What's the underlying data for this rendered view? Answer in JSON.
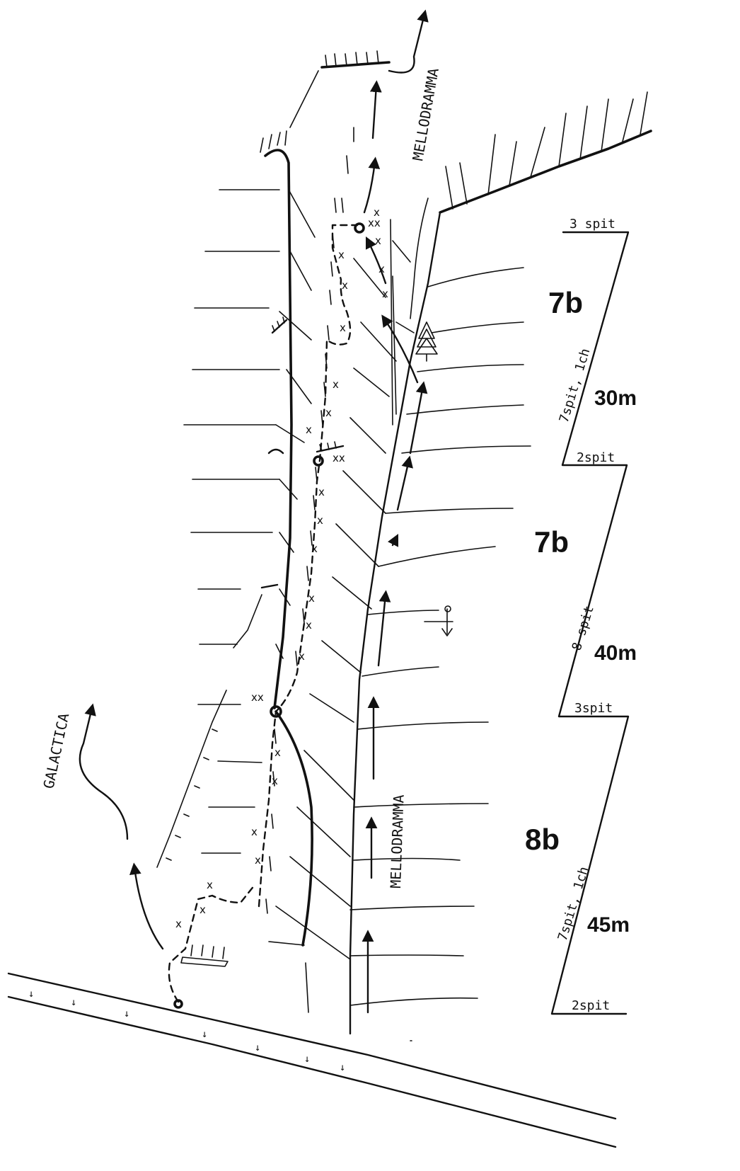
{
  "routes": {
    "mellodramma_top": "MELLODRAMMA",
    "mellodramma_bottom": "MELLODRAMMA",
    "galactica": "GALACTICA"
  },
  "pitches": [
    {
      "grade": "7b",
      "length": "30m",
      "protection": "7spit, 1ch",
      "top_anchor": "3 spit"
    },
    {
      "grade": "7b",
      "length": "40m",
      "protection": "8 spit",
      "top_anchor": "2spit"
    },
    {
      "grade": "8b",
      "length": "45m",
      "protection": "7spit, 1ch",
      "top_anchor": "3spit"
    }
  ],
  "base_anchor": "2spit"
}
